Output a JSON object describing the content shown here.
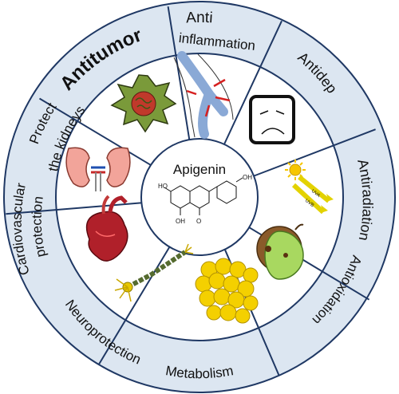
{
  "center": {
    "title": "Apigenin",
    "molecule_labels": {
      "ho_left": "HO",
      "oh_right": "OH",
      "oh_bottom": "OH",
      "carbonyl_o": "O"
    }
  },
  "ring_labels": [
    {
      "id": "anti-inflammation",
      "lines": [
        "Anti",
        "inflammation"
      ]
    },
    {
      "id": "antidepressant",
      "lines": [
        "Antidepressant"
      ]
    },
    {
      "id": "antiradiation",
      "lines": [
        "Antiradiation"
      ]
    },
    {
      "id": "antioxidation",
      "lines": [
        "Antioxidation"
      ]
    },
    {
      "id": "metabolism",
      "lines": [
        "Metabolism"
      ]
    },
    {
      "id": "neuroprotection",
      "lines": [
        "Neuroprotection"
      ]
    },
    {
      "id": "cardiovascular-protection",
      "lines": [
        "Cardiovascular",
        "protection"
      ]
    },
    {
      "id": "protect-the-kidneys",
      "lines": [
        "Protect",
        "the kidneys"
      ]
    },
    {
      "id": "antitumor",
      "lines": [
        "Antitumor"
      ]
    }
  ],
  "icons": {
    "uva_label": "UVA",
    "uvb_label": "UVB"
  },
  "colors": {
    "outer_ring": "#dce6f1",
    "ring_stroke": "#1f3864",
    "inner_fill": "#ffffff"
  }
}
